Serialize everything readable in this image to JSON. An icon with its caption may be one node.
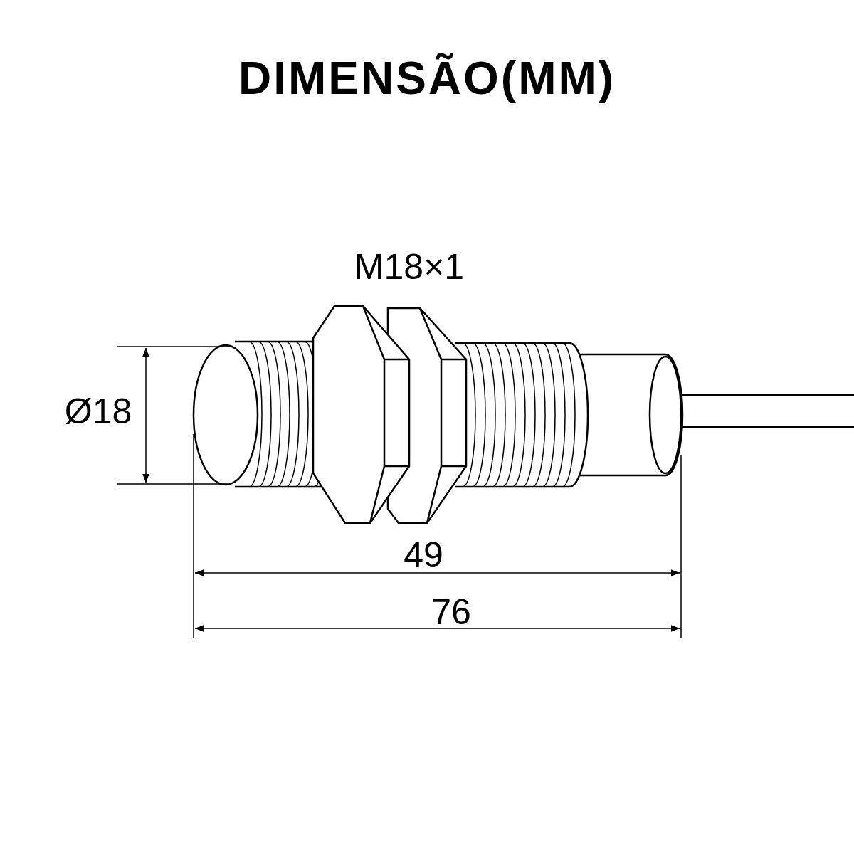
{
  "diagram": {
    "title": "DIMENSÃO(MM)",
    "labels": [
      "M18×1",
      "Ø18",
      "49",
      "76"
    ]
  }
}
